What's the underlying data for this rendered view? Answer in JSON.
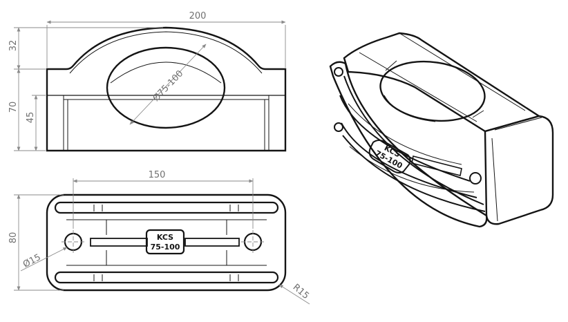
{
  "front_view": {
    "width_dim": "200",
    "top_height_dim": "32",
    "height_dim": "70",
    "base_height_dim": "45",
    "bore_dim": "Ø75-100"
  },
  "top_view": {
    "hole_spacing_dim": "150",
    "depth_dim": "80",
    "hole_dim": "Ø15",
    "corner_radius_dim": "R15",
    "label_line1": "KCS",
    "label_line2": "75-100"
  },
  "iso_view": {
    "label_line1": "KCS",
    "label_line2": "75-100"
  }
}
